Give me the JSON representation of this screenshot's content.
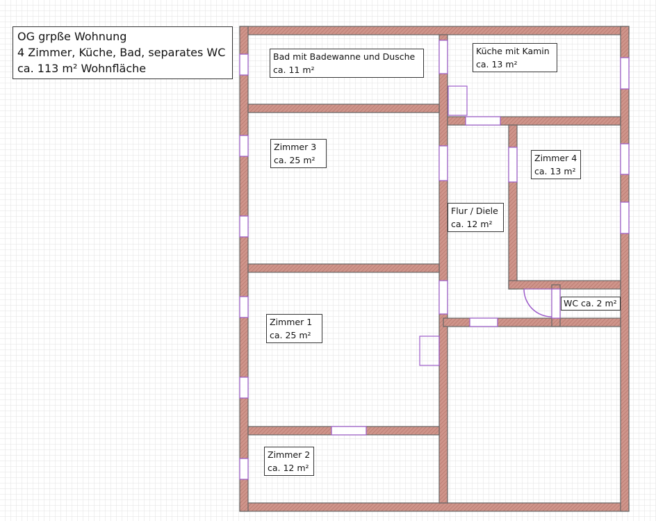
{
  "title": {
    "line1": "OG grpße Wohnung",
    "line2": "4 Zimmer, Küche, Bad, separates WC",
    "line3": "ca. 113 m² Wohnfläche"
  },
  "rooms": {
    "bad": {
      "name": "Bad mit Badewanne und Dusche",
      "area": "ca. 11 m²"
    },
    "kueche": {
      "name": "Küche mit Kamin",
      "area": "ca. 13 m²"
    },
    "zimmer3": {
      "name": "Zimmer 3",
      "area": "ca. 25 m²"
    },
    "zimmer4": {
      "name": "Zimmer 4",
      "area": "ca. 13 m²"
    },
    "flur": {
      "name": "Flur / Diele",
      "area": "ca. 12 m²"
    },
    "zimmer1": {
      "name": "Zimmer 1",
      "area": "ca. 25 m²"
    },
    "zimmer2": {
      "name": "Zimmer 2",
      "area": "ca. 12 m²"
    },
    "wc": {
      "name": "WC ca. 2 m²"
    }
  },
  "colors": {
    "wall": "#c98a80",
    "opening": "#9b59c9",
    "grid": "#dcdcdc"
  }
}
